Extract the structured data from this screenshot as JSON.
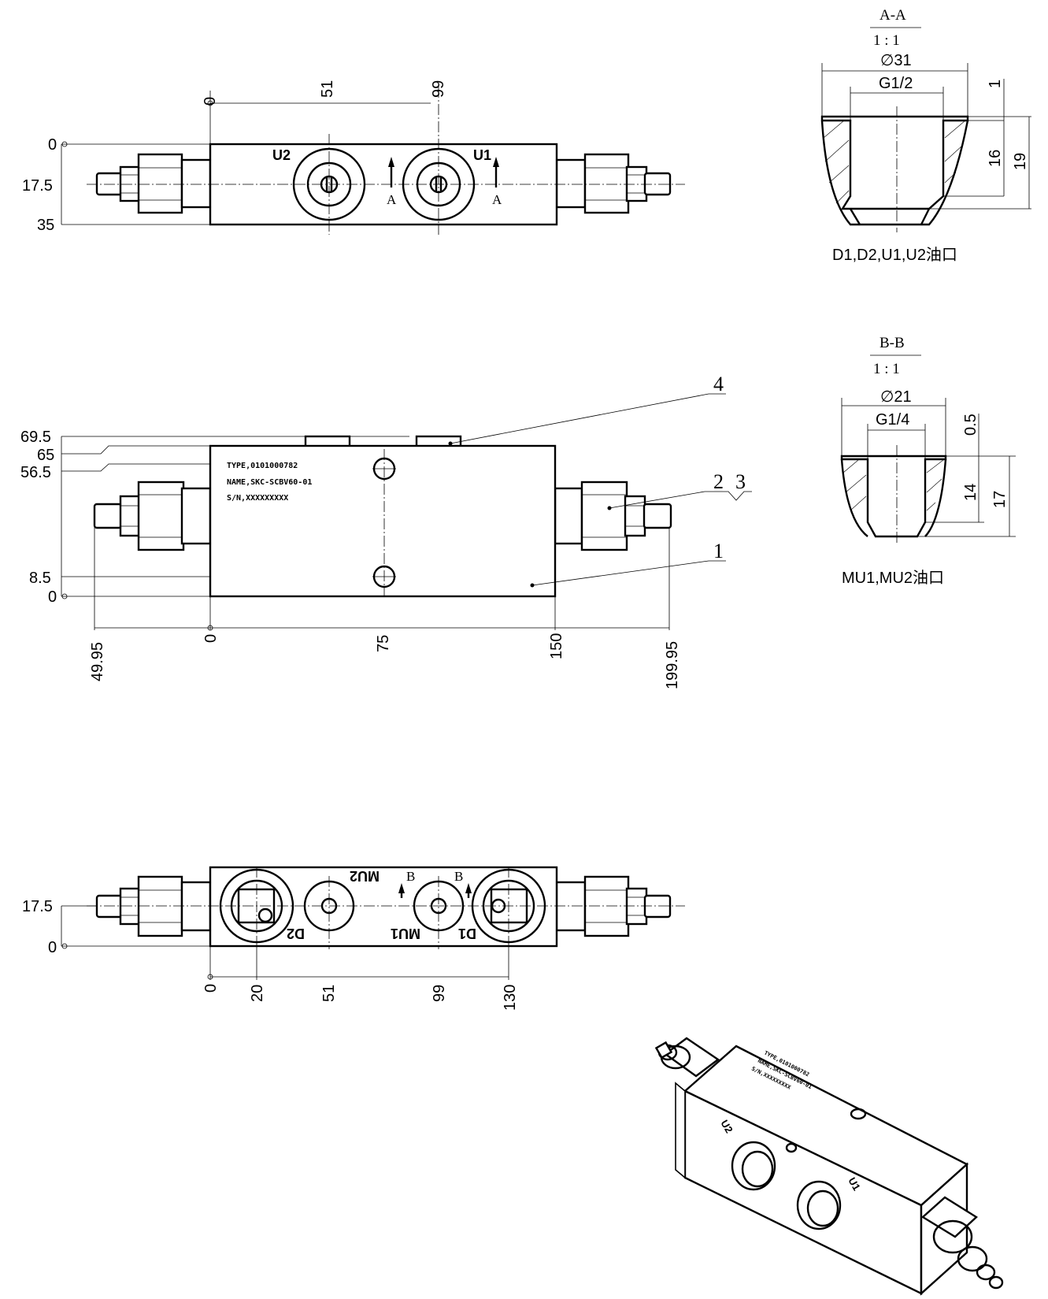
{
  "top_view": {
    "x_dims": [
      "0",
      "51",
      "99"
    ],
    "y_dims": [
      "0",
      "17.5",
      "35"
    ],
    "port_labels": [
      "U2",
      "U1"
    ],
    "section_marks": [
      "A",
      "A"
    ]
  },
  "section_aa": {
    "title": "A-A",
    "scale": "1 : 1",
    "outer_dia": "∅31",
    "thread": "G1/2",
    "dims": [
      "1",
      "16",
      "19"
    ],
    "caption": "D1,D2,U1,U2油口"
  },
  "section_bb": {
    "title": "B-B",
    "scale": "1 : 1",
    "outer_dia": "∅21",
    "thread": "G1/4",
    "dims": [
      "0.5",
      "14",
      "17"
    ],
    "caption": "MU1,MU2油口"
  },
  "front_view": {
    "y_dims": [
      "69.5",
      "65",
      "56.5",
      "8.5",
      "0"
    ],
    "x_dims": [
      "49.95",
      "0",
      "75",
      "150",
      "199.95"
    ],
    "balloons": [
      "4",
      "2",
      "3",
      "1"
    ],
    "nameplate": [
      "TYPE,0101000782",
      "NAME,SKC-SCBV60-01",
      "S/N,XXXXXXXXX"
    ]
  },
  "bottom_view": {
    "y_dims": [
      "17.5",
      "0"
    ],
    "x_dims": [
      "0",
      "20",
      "51",
      "99",
      "130"
    ],
    "port_labels": [
      "MU2",
      "D2",
      "MU1",
      "D1"
    ],
    "section_marks": [
      "B",
      "B"
    ]
  },
  "iso_view": {
    "port_labels": [
      "U2",
      "U1"
    ],
    "plate_lines": [
      "TYPE,0101000782",
      "NAME,SKC-SCBV60-01",
      "S/N,XXXXXXXXX"
    ]
  }
}
